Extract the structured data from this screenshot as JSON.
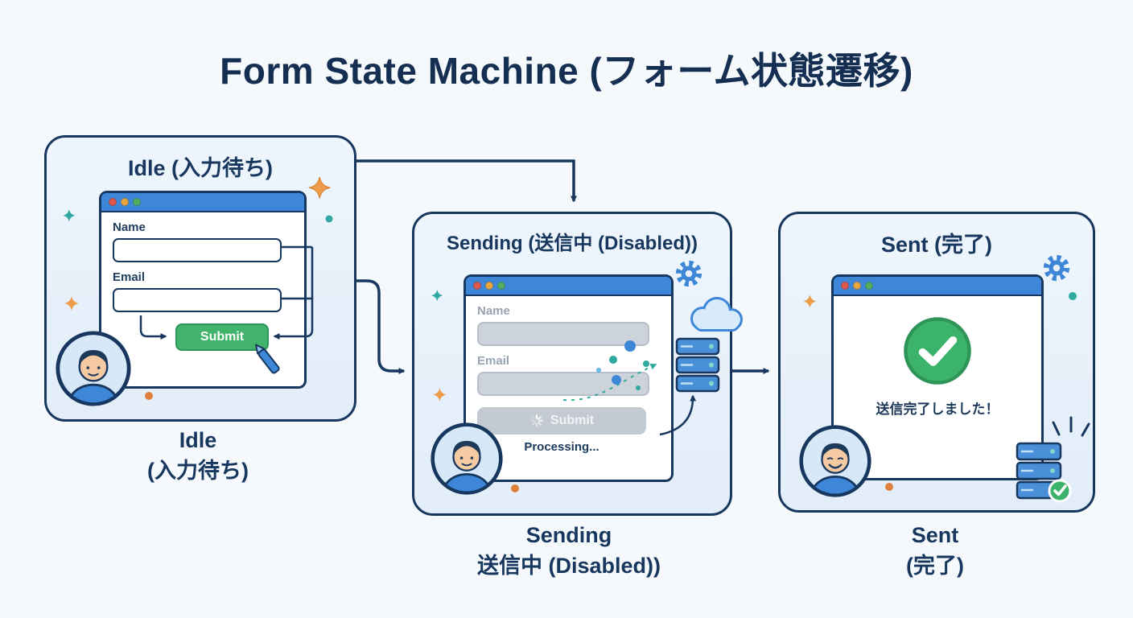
{
  "title": "Form State Machine (フォーム状態遷移)",
  "states": {
    "idle": {
      "panel_title": "Idle (入力待ち)",
      "caption_line1": "Idle",
      "caption_line2": "(入力待ち)",
      "form": {
        "name_label": "Name",
        "email_label": "Email",
        "submit_label": "Submit"
      }
    },
    "sending": {
      "panel_title": "Sending (送信中 (Disabled))",
      "caption_line1": "Sending",
      "caption_line2": "送信中 (Disabled))",
      "form": {
        "name_label": "Name",
        "email_label": "Email",
        "submit_label": "Submit",
        "processing_label": "Processing..."
      }
    },
    "sent": {
      "panel_title": "Sent (完了)",
      "caption_line1": "Sent",
      "caption_line2": "(完了)",
      "success_message": "送信完了しました！"
    }
  },
  "icons": {
    "window_dots": [
      "red",
      "orange",
      "green"
    ],
    "gear": "⚙",
    "cloud": "☁",
    "server": "stacked-server",
    "check": "✓",
    "spinner": "⟳",
    "sparkle": "✦",
    "pen": "✎",
    "avatar": "person"
  },
  "colors": {
    "navy": "#17375e",
    "panel_bg": "#e8f1fa",
    "titlebar_blue": "#3d86d8",
    "submit_green": "#41b36b",
    "disabled_grey": "#c3cad2",
    "teal": "#2fa8a0",
    "orange": "#ef9c4a",
    "background": "#f6f9fc"
  }
}
